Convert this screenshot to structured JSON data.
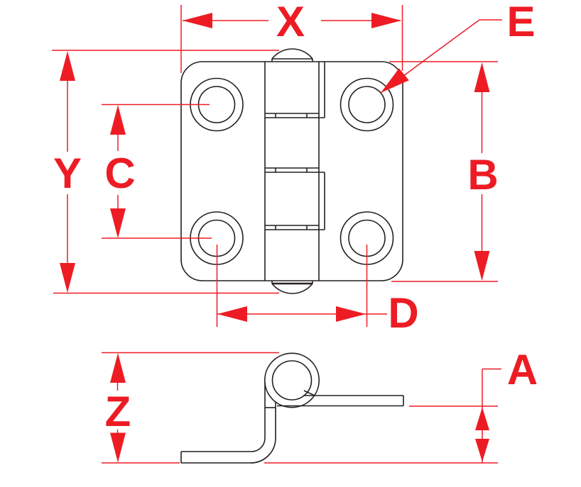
{
  "drawing": {
    "type": "hinge-dimensioned-technical-drawing",
    "dimension_labels": {
      "x": "X",
      "y": "Y",
      "c": "C",
      "e": "E",
      "b": "B",
      "d": "D",
      "z": "Z",
      "a": "A"
    },
    "colors": {
      "dimension": "#ed1c24",
      "outline": "#231f20",
      "background": "#ffffff"
    }
  }
}
